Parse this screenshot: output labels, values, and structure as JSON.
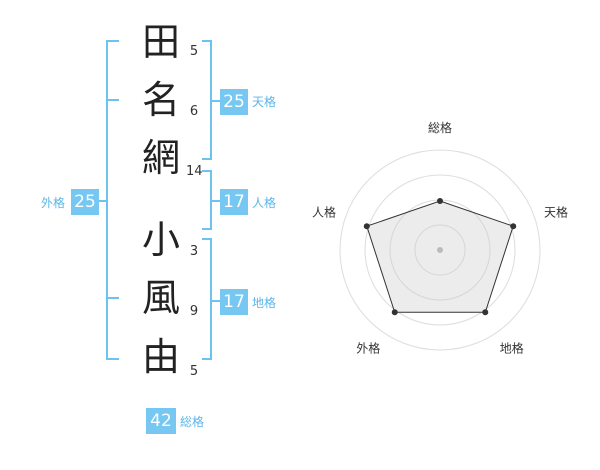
{
  "name_chars": [
    {
      "char": "田",
      "strokes": "5"
    },
    {
      "char": "名",
      "strokes": "6"
    },
    {
      "char": "網",
      "strokes": "14"
    },
    {
      "char": "小",
      "strokes": "3"
    },
    {
      "char": "風",
      "strokes": "9"
    },
    {
      "char": "由",
      "strokes": "5"
    }
  ],
  "fortune": {
    "tenkaku": {
      "value": "25",
      "label": "天格"
    },
    "jinkaku": {
      "value": "17",
      "label": "人格"
    },
    "chikaku": {
      "value": "17",
      "label": "地格"
    },
    "gaikaku": {
      "value": "25",
      "label": "外格"
    },
    "soukaku": {
      "value": "42",
      "label": "総格"
    }
  },
  "colors": {
    "accent": "#76c7f2",
    "bracket": "#6ec3ee",
    "text": "#222222"
  },
  "chart_data": {
    "type": "radar",
    "axes": [
      "総格",
      "天格",
      "地格",
      "外格",
      "人格"
    ],
    "values": [
      0.49,
      0.77,
      0.77,
      0.77,
      0.77
    ],
    "rings": 4
  }
}
